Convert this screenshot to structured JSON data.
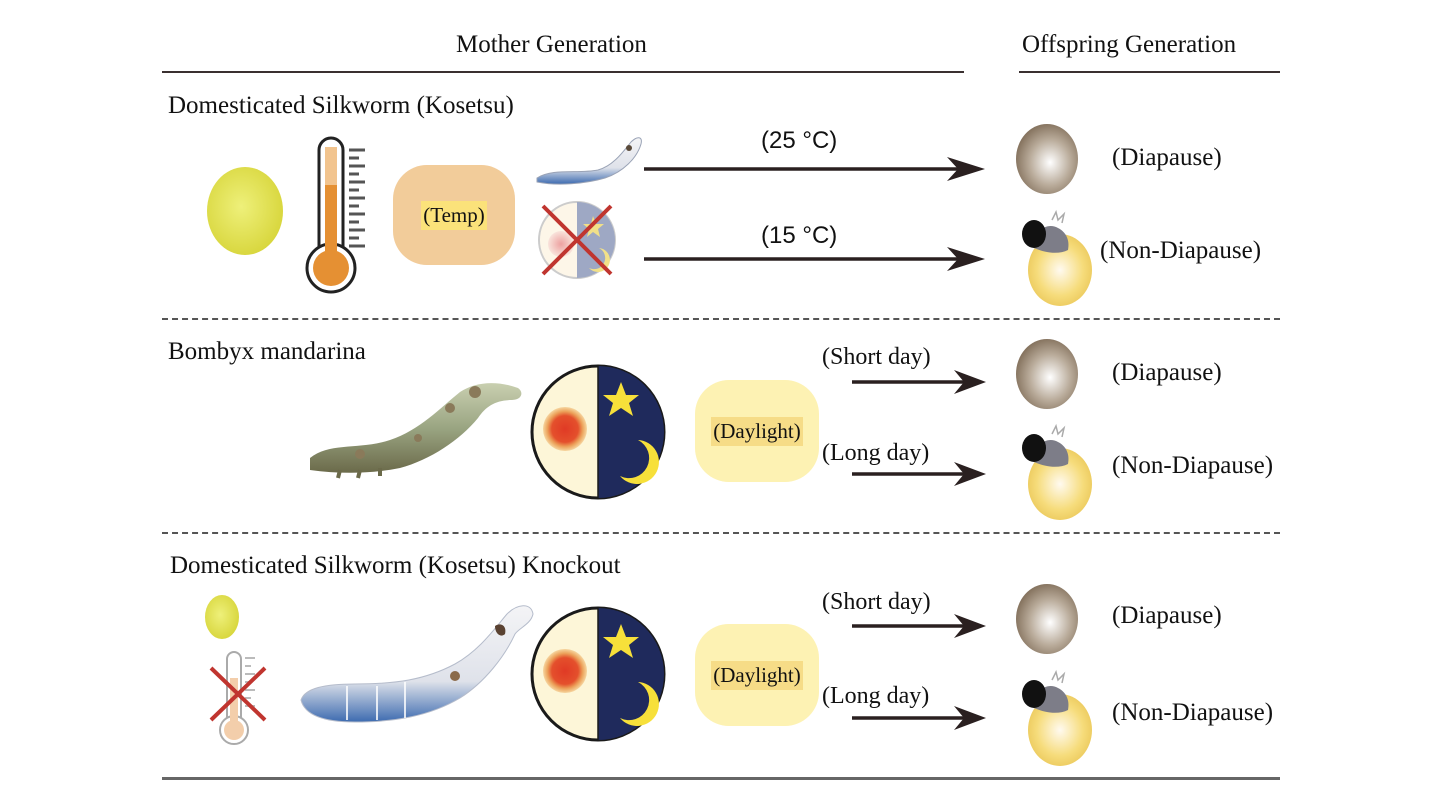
{
  "header": {
    "mother_generation": "Mother Generation",
    "offspring_generation": "Offspring Generation"
  },
  "colors": {
    "rule": "#3a3030",
    "temp_pill": "#f2cc9a",
    "temp_highlight": "#fbe27a",
    "daylight_pill": "#fdf2b3",
    "daylight_highlight": "#f6dc87",
    "diapause_egg": "#9a8a78",
    "nondiapause_egg": "#f3d66a",
    "night": "#1f2a5c",
    "day": "#fdf6d8",
    "sun": "#e2452a",
    "moon_star": "#f7e03a",
    "cross": "#c0352f",
    "thermo_fill": "#e59033"
  },
  "panels": [
    {
      "species": "Domesticated Silkworm (Kosetsu)",
      "icons": [
        "cocoon-icon",
        "thermometer-icon",
        "larva-icon",
        "photoperiod-crossed-icon"
      ],
      "cue_label": "(Temp)",
      "arrows": [
        {
          "condition": "(25 °C)",
          "egg": "diapause",
          "outcome": "(Diapause)"
        },
        {
          "condition": "(15 °C)",
          "egg": "non-diapause",
          "outcome": "(Non-Diapause)"
        }
      ]
    },
    {
      "species": "Bombyx mandarina",
      "icons": [
        "wild-larva-icon",
        "photoperiod-icon"
      ],
      "cue_label": "(Daylight)",
      "arrows": [
        {
          "condition": "(Short day)",
          "egg": "diapause",
          "outcome": "(Diapause)"
        },
        {
          "condition": "(Long day)",
          "egg": "non-diapause",
          "outcome": "(Non-Diapause)"
        }
      ]
    },
    {
      "species": "Domesticated Silkworm (Kosetsu) Knockout",
      "icons": [
        "cocoon-icon",
        "thermometer-crossed-icon",
        "larva-icon",
        "photoperiod-icon"
      ],
      "cue_label": "(Daylight)",
      "arrows": [
        {
          "condition": "(Short day)",
          "egg": "diapause",
          "outcome": "(Diapause)"
        },
        {
          "condition": "(Long day)",
          "egg": "non-diapause",
          "outcome": "(Non-Diapause)"
        }
      ]
    }
  ]
}
